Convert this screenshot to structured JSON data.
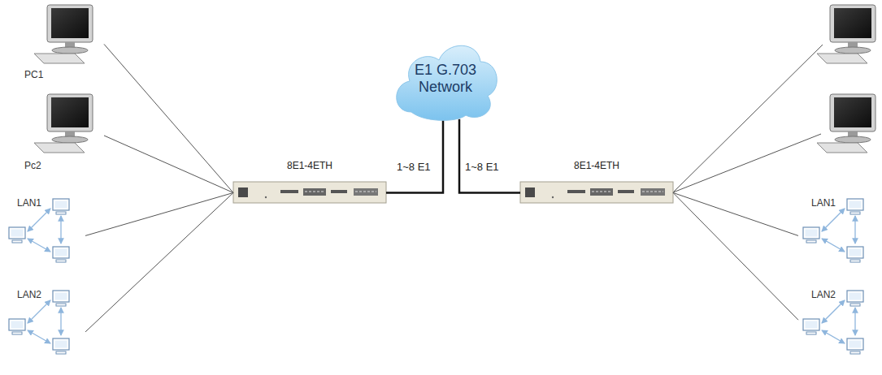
{
  "diagram": {
    "nodes": [
      {
        "text": [
          "E1 G.703 Network"
        ]
      },
      {
        "text": [
          "8E1-4ETH"
        ]
      },
      {
        "text": [
          "8E1-4ETH"
        ]
      },
      {
        "text": [
          "PC1"
        ]
      },
      {
        "text": [
          "Pc2"
        ]
      },
      {
        "text": [
          "LAN1"
        ]
      },
      {
        "text": [
          "LAN2"
        ]
      },
      {
        "text": [
          "LAN1"
        ]
      },
      {
        "text": [
          "LAN2"
        ]
      }
    ],
    "edges": [
      {
        "from": 1,
        "to": 0,
        "arrow": "none",
        "label": "1~8 E1"
      },
      {
        "from": 0,
        "to": 2,
        "arrow": "none",
        "label": "1~8 E1"
      },
      {
        "from": 1,
        "to": 3,
        "arrow": "none"
      },
      {
        "from": 1,
        "to": 4,
        "arrow": "none"
      },
      {
        "from": 1,
        "to": 5,
        "arrow": "none"
      },
      {
        "from": 1,
        "to": 6,
        "arrow": "none"
      },
      {
        "from": 2,
        "to": 7,
        "arrow": "none"
      },
      {
        "from": 2,
        "to": 8,
        "arrow": "none"
      }
    ]
  }
}
